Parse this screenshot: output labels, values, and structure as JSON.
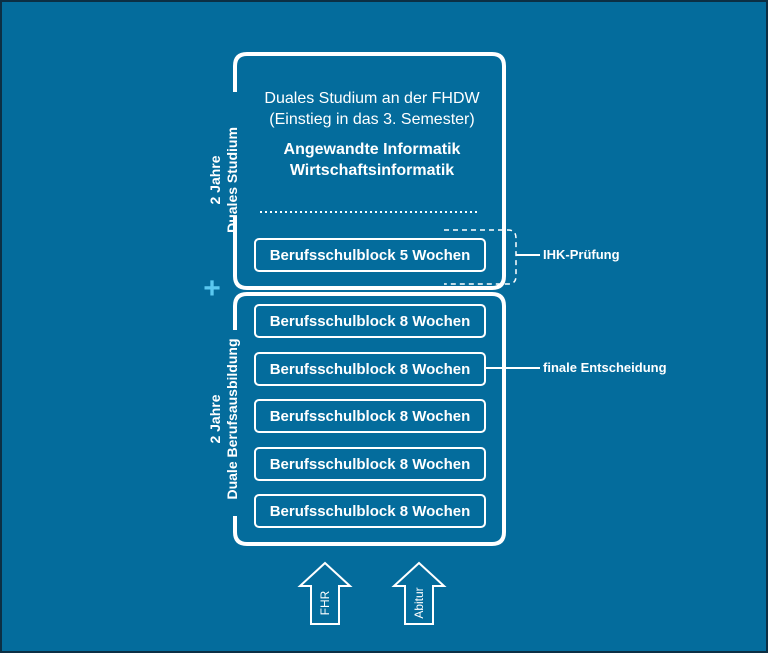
{
  "top_box": {
    "title_line1": "Duales Studium an der FHDW",
    "title_line2": "(Einstieg in das 3. Semester)",
    "subject_line1": "Angewandte Informatik",
    "subject_line2": "Wirtschaftsinformatik",
    "block": "Berufsschulblock 5 Wochen",
    "side_line1": "2 Jahre",
    "side_line2": "Duales Studium"
  },
  "bottom_box": {
    "blocks": [
      "Berufsschulblock 8 Wochen",
      "Berufsschulblock 8 Wochen",
      "Berufsschulblock 8 Wochen",
      "Berufsschulblock 8 Wochen",
      "Berufsschulblock 8 Wochen"
    ],
    "side_line1": "2 Jahre",
    "side_line2": "Duale Berufsausbildung"
  },
  "annotations": {
    "exam": "IHK-Prüfung",
    "decision": "finale Entscheidung"
  },
  "plus_symbol": "+",
  "entry_arrows": [
    "FHR",
    "Abitur"
  ],
  "colors": {
    "background": "#046c9c",
    "border": "#0c2f44",
    "foreground": "#ffffff",
    "plus": "#5ac8f0"
  }
}
